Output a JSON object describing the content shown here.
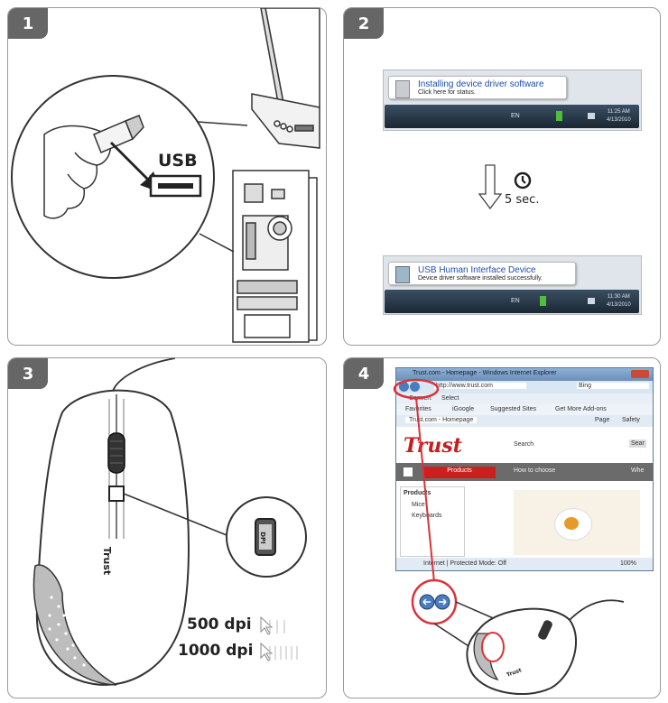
{
  "steps": [
    {
      "number": "1"
    },
    {
      "number": "2"
    },
    {
      "number": "3"
    },
    {
      "number": "4"
    }
  ],
  "step1": {
    "port_label": "USB"
  },
  "step2": {
    "toast1": {
      "title": "Installing device driver software",
      "subtitle": "Click here for status."
    },
    "toast2": {
      "title": "USB Human Interface Device",
      "subtitle": "Device driver software installed successfully."
    },
    "lang": "EN",
    "time1": "11:25 AM",
    "date1": "4/13/2010",
    "time2": "11:30 AM",
    "date2": "4/13/2010",
    "wait_label": "5 sec."
  },
  "step3": {
    "brand": "Trust",
    "dpi_button_label": "DPI",
    "dpi_options": [
      {
        "label": "500 dpi"
      },
      {
        "label": "1000 dpi"
      }
    ]
  },
  "step4": {
    "window_title": "Trust.com - Homepage - Windows Internet Explorer",
    "address": "http://www.trust.com",
    "search_placeholder": "Bing",
    "convert_label": "Convert",
    "select_label": "Select",
    "favorites_label": "Favorites",
    "fav_items": [
      "iGoogle",
      "Suggested Sites",
      "Get More Add-ons"
    ],
    "tab_label": "Trust.com - Homepage",
    "tools": [
      "Page",
      "Safety"
    ],
    "site_logo": "Trust",
    "site_search": "Search",
    "site_search_btn": "Sear",
    "nav": [
      "Products",
      "How to choose",
      "Whe"
    ],
    "sidebar_title": "Products",
    "sidebar_items": [
      "Mice",
      "Keyboards"
    ],
    "status_text": "Internet | Protected Mode: Off",
    "zoom": "100%",
    "mouse_brand": "Trust"
  },
  "colors": {
    "badge": "#666666",
    "highlight": "#d9333a",
    "nav_red": "#cc1f1f"
  }
}
